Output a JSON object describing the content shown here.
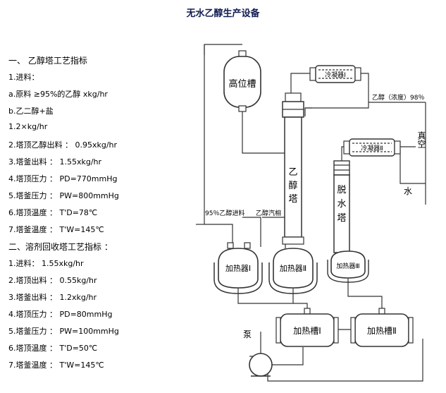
{
  "page": {
    "title": "无水乙醇生产设备"
  },
  "spec": {
    "section1": {
      "heading": "一、  乙醇塔工艺指标",
      "items": [
        "1.进料：",
        "a.原料 ≥95%的乙醇 xkg/hr",
        "b.乙二醇+盐",
        "1.2×kg/hr",
        "2.塔顶乙醇出料 ： 0.95xkg/hr",
        "3.塔釜出料 ： 1.55xkg/hr",
        "4.塔顶压力 ： PD=770mmHg",
        "5.塔釜压力 ： PW=800mmHg",
        "6.塔顶温度 ： T'D=78℃",
        "7.塔釜温度 ： T'W=145℃"
      ]
    },
    "section2": {
      "heading": "二、溶剂回收塔工艺指标 ：",
      "items": [
        "1.进料： 1.55xkg/hr",
        "2.塔顶出料 ： 0.55kg/hr",
        "3.塔釜出料 ： 1.2xkg/hr",
        "4.塔顶压力 ： PD=80mmHg",
        "5.塔釜压力 ： PW=100mmHg",
        "6.塔顶温度 ： T'D=50℃",
        "7.塔釜温度 ： T'W=145℃"
      ]
    }
  },
  "diagram": {
    "high_tank": "高位槽",
    "condenser1": "冷凝器Ⅰ",
    "condenser2": "冷凝器Ⅱ",
    "ethanol_product": "乙醇（浓度）98％",
    "vacuum": "真空",
    "water": "水",
    "ethanol_column": [
      "乙",
      "醇",
      "塔"
    ],
    "dehydration_column": [
      "脱",
      "水",
      "塔"
    ],
    "feed_label": "95％乙醇进料",
    "vapor_label": "乙醇汽相",
    "heater1": "加热器Ⅰ",
    "heater2": "加热器Ⅱ",
    "heater3": "加热器Ⅲ",
    "heating_tank1": "加热槽Ⅰ",
    "heating_tank2": "加热槽Ⅱ",
    "pump": "泵"
  }
}
